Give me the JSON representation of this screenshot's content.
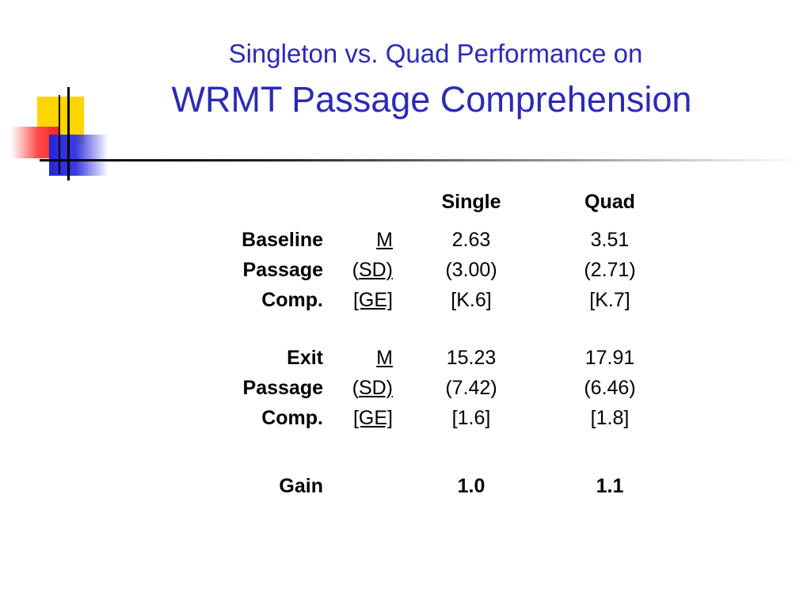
{
  "title": {
    "line1": "Singleton vs. Quad Performance on",
    "line2": "WRMT Passage Comprehension"
  },
  "table": {
    "headers": [
      "Single",
      "Quad"
    ],
    "sections": [
      {
        "label_lines": [
          "Baseline",
          "Passage",
          "Comp."
        ],
        "stats": [
          {
            "prefix": "",
            "label": "M",
            "suffix": ""
          },
          {
            "prefix": "(",
            "label": "SD)",
            "suffix": ""
          },
          {
            "prefix": "",
            "label": "[GE]",
            "suffix": ""
          }
        ],
        "single": [
          "2.63",
          "(3.00)",
          "[K.6]"
        ],
        "quad": [
          "3.51",
          "(2.71)",
          "[K.7]"
        ]
      },
      {
        "label_lines": [
          "Exit",
          "Passage",
          "Comp."
        ],
        "stats": [
          {
            "prefix": "",
            "label": "M",
            "suffix": ""
          },
          {
            "prefix": "(",
            "label": "SD)",
            "suffix": ""
          },
          {
            "prefix": "",
            "label": "[GE]",
            "suffix": ""
          }
        ],
        "single": [
          "15.23",
          "(7.42)",
          "[1.6]"
        ],
        "quad": [
          "17.91",
          "(6.46)",
          "[1.8]"
        ]
      }
    ],
    "gain": {
      "label": "Gain",
      "single": "1.0",
      "quad": "1.1"
    }
  },
  "colors": {
    "title": "#2b2bb5",
    "deco_yellow": "#ffd500",
    "deco_red": "#ff2020",
    "deco_blue": "#2626d9"
  }
}
